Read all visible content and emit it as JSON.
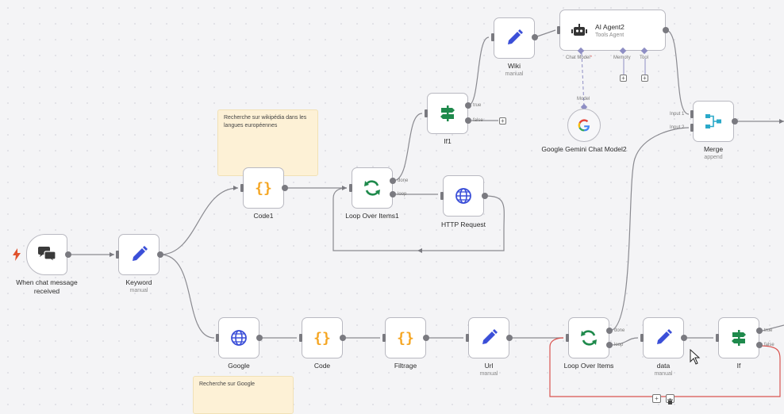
{
  "nodes": {
    "chat_trigger": {
      "label": "When chat message received"
    },
    "keyword": {
      "label": "Keyword",
      "sub": "manual"
    },
    "code1": {
      "label": "Code1"
    },
    "loop1": {
      "label": "Loop Over Items1",
      "out_done": "done",
      "out_loop": "loop"
    },
    "http": {
      "label": "HTTP Request"
    },
    "if1": {
      "label": "If1",
      "out_true": "true",
      "out_false": "false"
    },
    "wiki": {
      "label": "Wiki",
      "sub": "manual"
    },
    "agent": {
      "title": "AI Agent2",
      "subtitle": "Tools Agent",
      "port_chat_model": "Chat Model",
      "port_required": "*",
      "port_memory": "Memory",
      "port_tool": "Tool"
    },
    "gemini": {
      "label": "Google Gemini Chat Model2",
      "port_model": "Model"
    },
    "merge": {
      "label": "Merge",
      "sub": "append",
      "in1": "Input 1",
      "in2": "Input 2"
    },
    "google": {
      "label": "Google"
    },
    "code": {
      "label": "Code"
    },
    "filtrage": {
      "label": "Filtrage"
    },
    "url": {
      "label": "Url",
      "sub": "manual"
    },
    "loop": {
      "label": "Loop Over Items",
      "out_done": "done",
      "out_loop": "loop"
    },
    "data": {
      "label": "data",
      "sub": "manual"
    },
    "if": {
      "label": "If",
      "out_true": "true",
      "out_false": "false"
    }
  },
  "notes": {
    "wiki_note": "Recherche sur wikipédia dans les langues européennes",
    "google_note": "Recherche sur Google"
  },
  "colors": {
    "canvas": "#f4f4f6",
    "edit_icon": "#3b4fd8",
    "code_icon": "#f5a623",
    "loop_icon": "#1f8a4c",
    "if_icon": "#1f8a4c",
    "globe_icon": "#3b4fd8",
    "merge_icon": "#2aa9c9",
    "trigger_bolt": "#e0522d",
    "selection": "#d9534f"
  },
  "toolbar": {
    "add_symbol": "+",
    "delete_icon": "trash-icon"
  }
}
